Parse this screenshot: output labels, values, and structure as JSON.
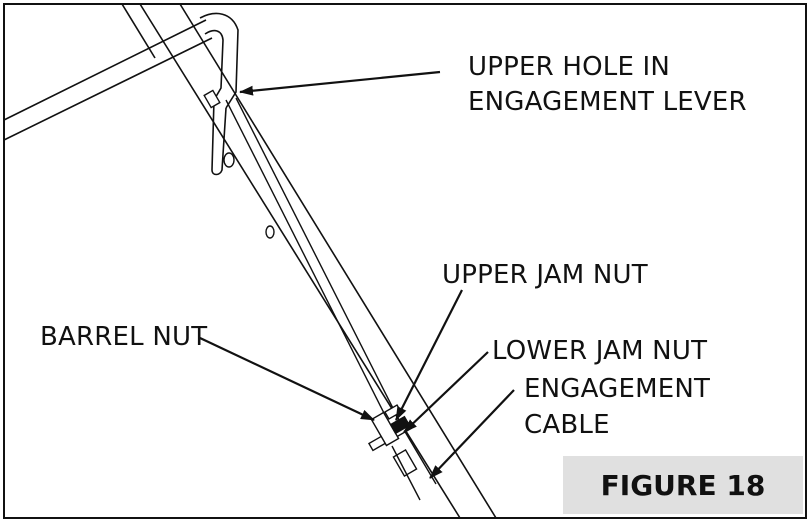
{
  "labels": {
    "upper_hole_line1": "UPPER HOLE IN",
    "upper_hole_line2": "ENGAGEMENT LEVER",
    "upper_jam_nut": "UPPER JAM NUT",
    "barrel_nut": "BARREL NUT",
    "lower_jam_nut": "LOWER JAM NUT",
    "engagement_cable_line1": "ENGAGEMENT",
    "engagement_cable_line2": "CABLE"
  },
  "figure_label": "FIGURE 18"
}
